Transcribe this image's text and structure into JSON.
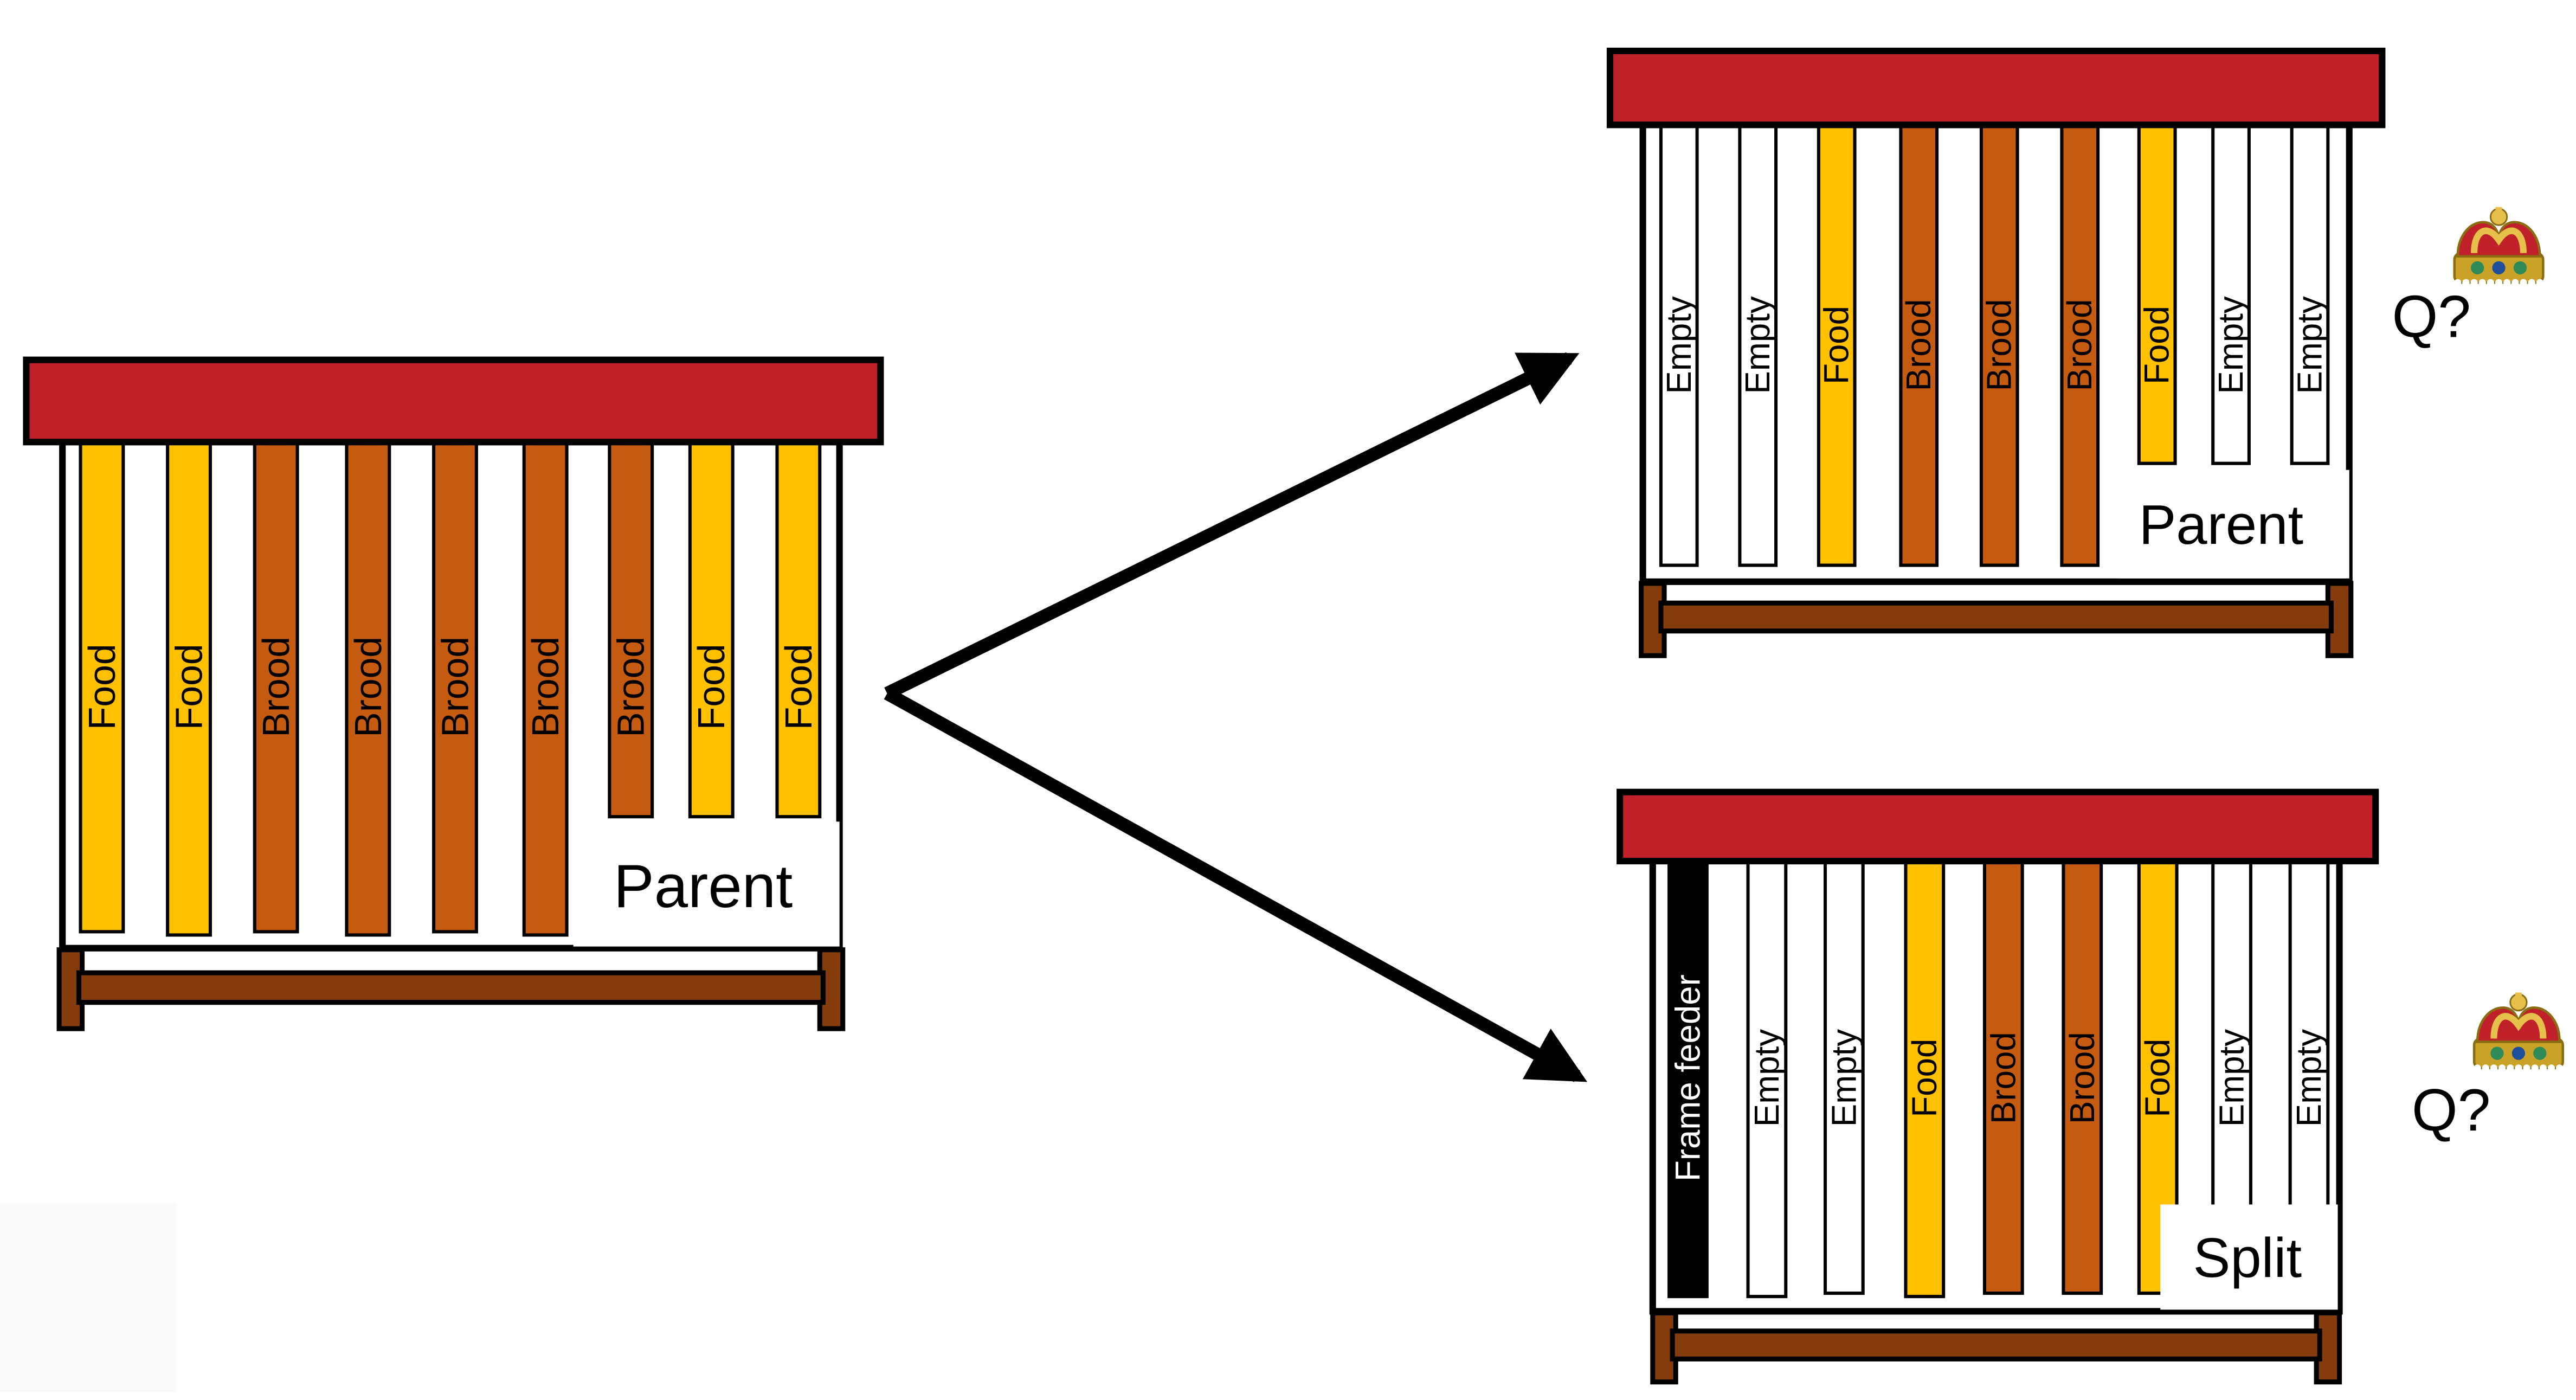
{
  "colors": {
    "roof": "#C0202A",
    "food": "#FFC000",
    "brood": "#C55A11",
    "empty": "#FFFFFF",
    "feeder": "#000000",
    "stand": "#843C0C",
    "outline": "#000000"
  },
  "hives": [
    {
      "id": "source",
      "label": "Parent",
      "queen": "",
      "frames": [
        {
          "type": "food",
          "label": "Food"
        },
        {
          "type": "food",
          "label": "Food"
        },
        {
          "type": "brood",
          "label": "Brood"
        },
        {
          "type": "brood",
          "label": "Brood"
        },
        {
          "type": "brood",
          "label": "Brood"
        },
        {
          "type": "brood",
          "label": "Brood"
        },
        {
          "type": "brood",
          "label": "Brood"
        },
        {
          "type": "food",
          "label": "Food"
        },
        {
          "type": "food",
          "label": "Food"
        }
      ]
    },
    {
      "id": "result-parent",
      "label": "Parent",
      "queen": "Q?",
      "frames": [
        {
          "type": "empty",
          "label": "Empty"
        },
        {
          "type": "empty",
          "label": "Empty"
        },
        {
          "type": "food",
          "label": "Food"
        },
        {
          "type": "brood",
          "label": "Brood"
        },
        {
          "type": "brood",
          "label": "Brood"
        },
        {
          "type": "brood",
          "label": "Brood"
        },
        {
          "type": "food",
          "label": "Food"
        },
        {
          "type": "empty",
          "label": "Empty"
        },
        {
          "type": "empty",
          "label": "Empty"
        }
      ]
    },
    {
      "id": "result-split",
      "label": "Split",
      "queen": "Q?",
      "frames": [
        {
          "type": "feeder",
          "label": "Frame feeder"
        },
        {
          "type": "empty",
          "label": "Empty"
        },
        {
          "type": "empty",
          "label": "Empty"
        },
        {
          "type": "food",
          "label": "Food"
        },
        {
          "type": "brood",
          "label": "Brood"
        },
        {
          "type": "brood",
          "label": "Brood"
        },
        {
          "type": "food",
          "label": "Food"
        },
        {
          "type": "empty",
          "label": "Empty"
        },
        {
          "type": "empty",
          "label": "Empty"
        }
      ]
    }
  ],
  "icons": {
    "queen": "crown-icon",
    "split": "arrow-icon"
  }
}
